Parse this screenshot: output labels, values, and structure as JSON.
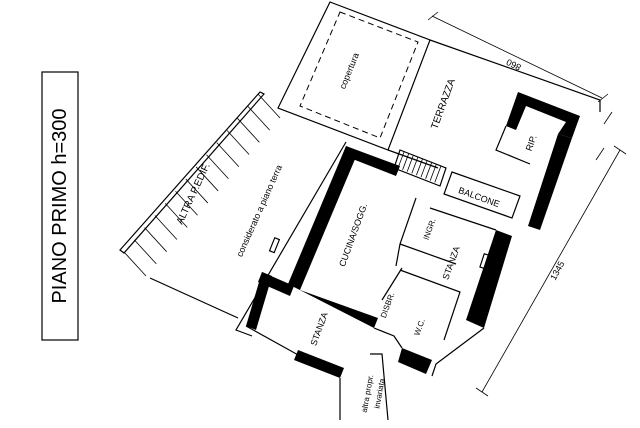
{
  "title": "PIANO PRIMO h=300",
  "rooms": {
    "copertura": "copertura",
    "terrazza": "TERRAZZA",
    "rip": "RIP.",
    "balcone": "BALCONE",
    "cucina": "CUCINA/SOGG.",
    "ingr": "INGR.",
    "stanza_right": "STANZA",
    "disbr": "DISBR.",
    "wc": "W.C.",
    "stanza_left": "STANZA"
  },
  "notes": {
    "altra_edif": "ALTRA P.EDIF.",
    "considerato": "considerato a piano terra",
    "altra_propr_line1": "altra propr.",
    "altra_propr_line2": "invariata"
  },
  "dimensions": {
    "top": "860",
    "right": "1345"
  }
}
